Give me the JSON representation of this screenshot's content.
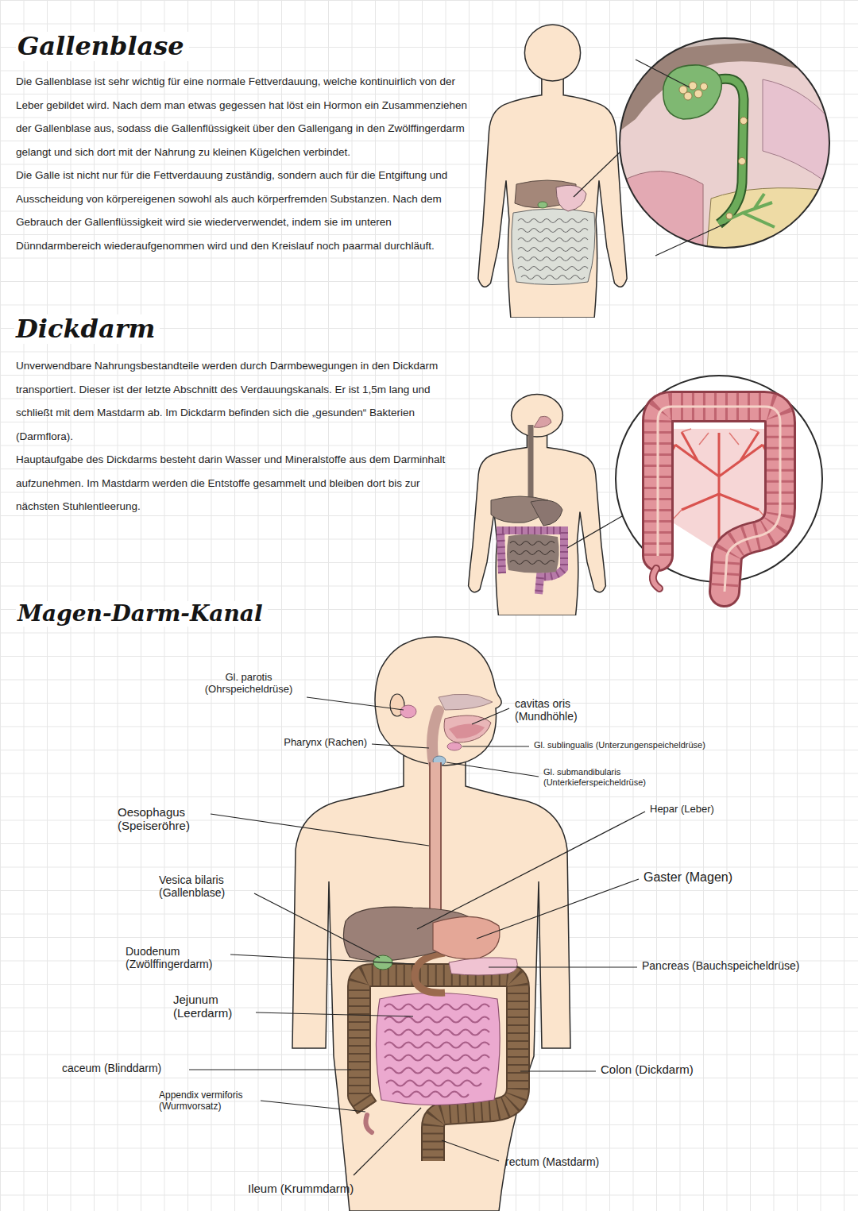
{
  "diagram": {
    "labels": [
      "Gallenblase",
      "Die Gallenblase ist sehr wichtig für eine normale Fettverdauung, welche kontinuirlich von der Leber gebildet wird. Nach dem man etwas gegessen hat löst ein Hormon ein Zusammenziehen der Gallenblase aus, sodass die Gallenflüssigkeit über den Gallengang in den Zwölffingerdarm gelangt und sich dort mit der Nahrung zu kleinen Kügelchen verbindet.",
      "Die Galle ist nicht nur für die Fettverdauung zuständig, sondern auch für die Entgiftung und Ausscheidung von körpereigenen sowohl als auch körperfremden Substanzen. Nach dem Gebrauch der Gallenflüssigkeit wird sie wiederverwendet, indem sie im unteren Dünndarmbereich wiederaufgenommen wird und den Kreislauf noch paarmal durchläuft.",
      "Dickdarm",
      "Unverwendbare Nahrungsbestandteile werden durch Darmbewegungen in den Dickdarm transportiert. Dieser ist der letzte Abschnitt des Verdauungskanals. Er ist 1,5m lang und schließt mit dem Mastdarm ab. Im Dickdarm befinden sich die „gesunden“ Bakterien (Darmflora).",
      "Hauptaufgabe des Dickdarms besteht darin Wasser und Mineralstoffe aus dem Darminhalt aufzunehmen. Im Mastdarm werden die Entstoffe gesammelt und bleiben dort bis zur nächsten Stuhlentleerung.",
      "Magen-Darm-Kanal",
      "Gl. parotis (Ohrspeicheldrüse)",
      "cavitas oris (Mundhöhle)",
      "Pharynx (Rachen)",
      "Gl. sublingualis (Unterzungenspeicheldrüse)",
      "Gl. submandibularis (Unterkieferspeicheldrüse)",
      "Oesophagus (Speiseröhre)",
      "Hepar (Leber)",
      "Vesica bilaris (Gallenblase)",
      "Gaster (Magen)",
      "Duodenum (Zwölffingerdarm)",
      "Pancreas (Bauchspeicheldrüse)",
      "Jejunum (Leerdarm)",
      "caceum (Blinddarm)",
      "Colon (Dickdarm)",
      "Appendix vermiforis (Wurmvorsatz)",
      "rectum (Mastdarm)",
      "Ileum (Krummdarm)"
    ]
  }
}
